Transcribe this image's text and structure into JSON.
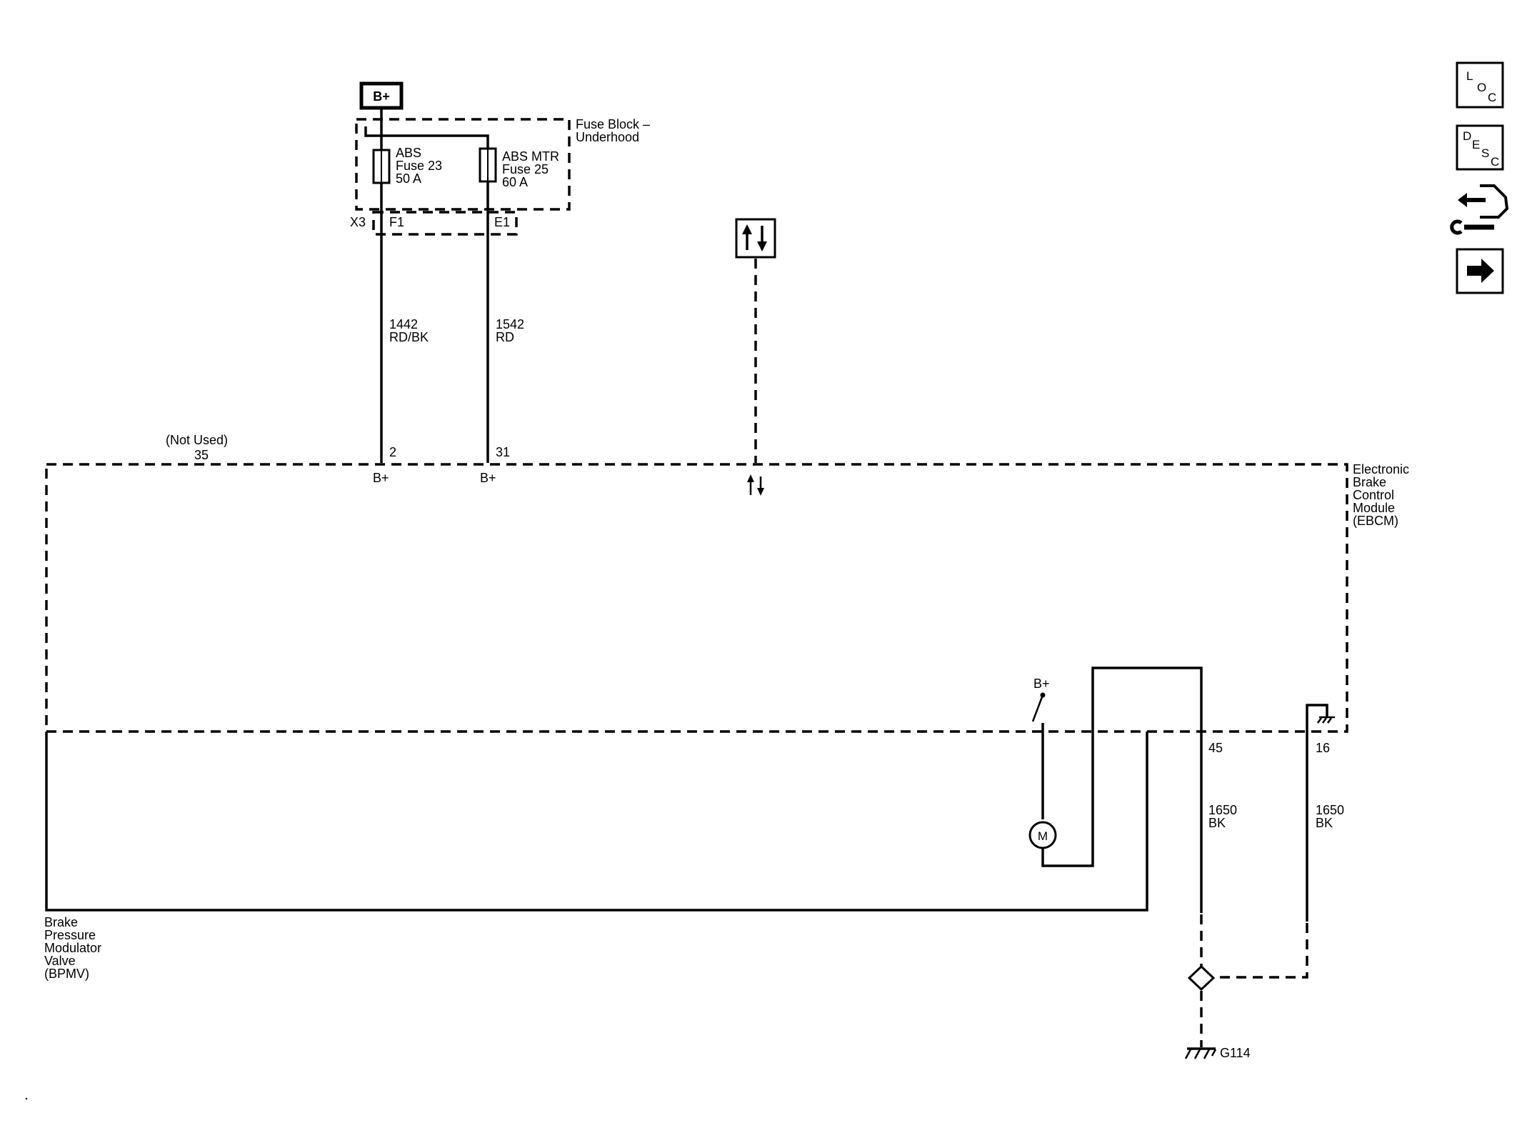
{
  "power": {
    "bplus_box": "B+"
  },
  "fuse_block": {
    "title_line1": "Fuse Block –",
    "title_line2": "Underhood",
    "fuse_abs": {
      "line1": "ABS",
      "line2": "Fuse 23",
      "line3": "50 A"
    },
    "fuse_mtr": {
      "line1": "ABS MTR",
      "line2": "Fuse 25",
      "line3": "60 A"
    },
    "connector": "X3",
    "pin_left": "F1",
    "pin_right": "E1"
  },
  "wires": {
    "left": {
      "circuit": "1442",
      "color": "RD/BK"
    },
    "right": {
      "circuit": "1542",
      "color": "RD"
    },
    "ground_left": {
      "circuit": "1650",
      "color": "BK"
    },
    "ground_right": {
      "circuit": "1650",
      "color": "BK"
    }
  },
  "ebcm": {
    "not_used_label": "(Not Used)",
    "not_used_pin": "35",
    "pin_2": "2",
    "pin_31": "31",
    "bplus_left": "B+",
    "bplus_right": "B+",
    "name_lines": [
      "Electronic",
      "Brake",
      "Control",
      "Module",
      "(EBCM)"
    ],
    "pin_45": "45",
    "pin_16": "16",
    "switch_bplus": "B+",
    "motor": "M"
  },
  "bpmv": {
    "name_lines": [
      "Brake",
      "Pressure",
      "Modulator",
      "Valve",
      "(BPMV)"
    ]
  },
  "ground": {
    "label": "G114"
  },
  "nav": {
    "loc": {
      "a": "L",
      "b": "O",
      "c": "C"
    },
    "desc": {
      "a": "D",
      "b": "E",
      "c": "S",
      "d": "C"
    }
  },
  "icons": {
    "serial_data": "serial-data-icon",
    "loc": "location-icon",
    "desc": "description-icon",
    "connector_end_view": "connector-end-view-icon",
    "next": "next-page-arrow-icon"
  }
}
